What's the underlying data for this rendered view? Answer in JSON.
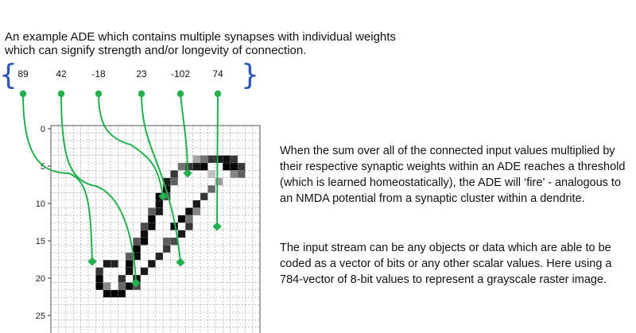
{
  "title": "An example ADE which contains multiple synapses with individual weights which can signify strength and/or longevity of connection.",
  "weights": [
    "89",
    "42",
    "-18",
    "23",
    "-102",
    "74"
  ],
  "description_1": "When the sum over all of the connected input values multiplied by their respective synaptic weights within an ADE reaches a threshold (which is learned homeostatically), the ADE will ‘fire’ - analogous to an NMDA potential from a synaptic cluster within a dendrite.",
  "description_2": "The input stream can be any objects or data which are able to be coded as a vector of bits or any other scalar values.  Here using a 784-vector of 8-bit values to represent a grayscale raster image.",
  "y_ticks": [
    "0",
    "5",
    "10",
    "15",
    "20",
    "25"
  ],
  "colors": {
    "connection": "#22b14c",
    "brace": "#2b57b8"
  }
}
